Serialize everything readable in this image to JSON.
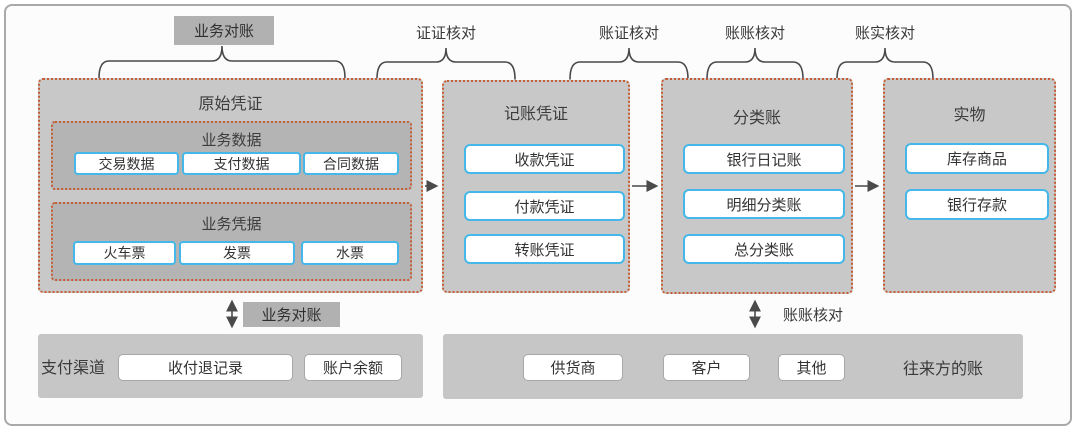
{
  "top_labels": {
    "business_recon": "业务对账",
    "voucher_voucher": "证证核对",
    "ledger_voucher": "账证核对",
    "ledger_ledger": "账账核对",
    "ledger_physical": "账实核对"
  },
  "columns": {
    "original_vouchers": {
      "title": "原始凭证",
      "business_data": {
        "title": "业务数据",
        "items": [
          "交易数据",
          "支付数据",
          "合同数据"
        ]
      },
      "business_receipts": {
        "title": "业务凭据",
        "items": [
          "火车票",
          "发票",
          "水票"
        ]
      }
    },
    "bookkeeping_vouchers": {
      "title": "记账凭证",
      "items": [
        "收款凭证",
        "付款凭证",
        "转账凭证"
      ]
    },
    "ledgers": {
      "title": "分类账",
      "items": [
        "银行日记账",
        "明细分类账",
        "总分类账"
      ]
    },
    "physical": {
      "title": "实物",
      "items": [
        "库存商品",
        "银行存款"
      ]
    }
  },
  "vertical_links": {
    "left": "业务对账",
    "right": "账账核对"
  },
  "bottom": {
    "payment_channel": {
      "label": "支付渠道",
      "items": [
        "收付退记录",
        "账户余额"
      ]
    },
    "counterparty": {
      "items": [
        "供货商",
        "客户",
        "其他"
      ],
      "label": "往来方的账"
    }
  },
  "colors": {
    "box_fill": "#c8c8c8",
    "inner_box_fill": "#b4b4b4",
    "label_fill": "#b1b1b1",
    "dotted_border": "#c75b33",
    "pill_border": "#45b8e9",
    "connector": "#4a4a4a",
    "frame_border": "#a9a9a9"
  }
}
